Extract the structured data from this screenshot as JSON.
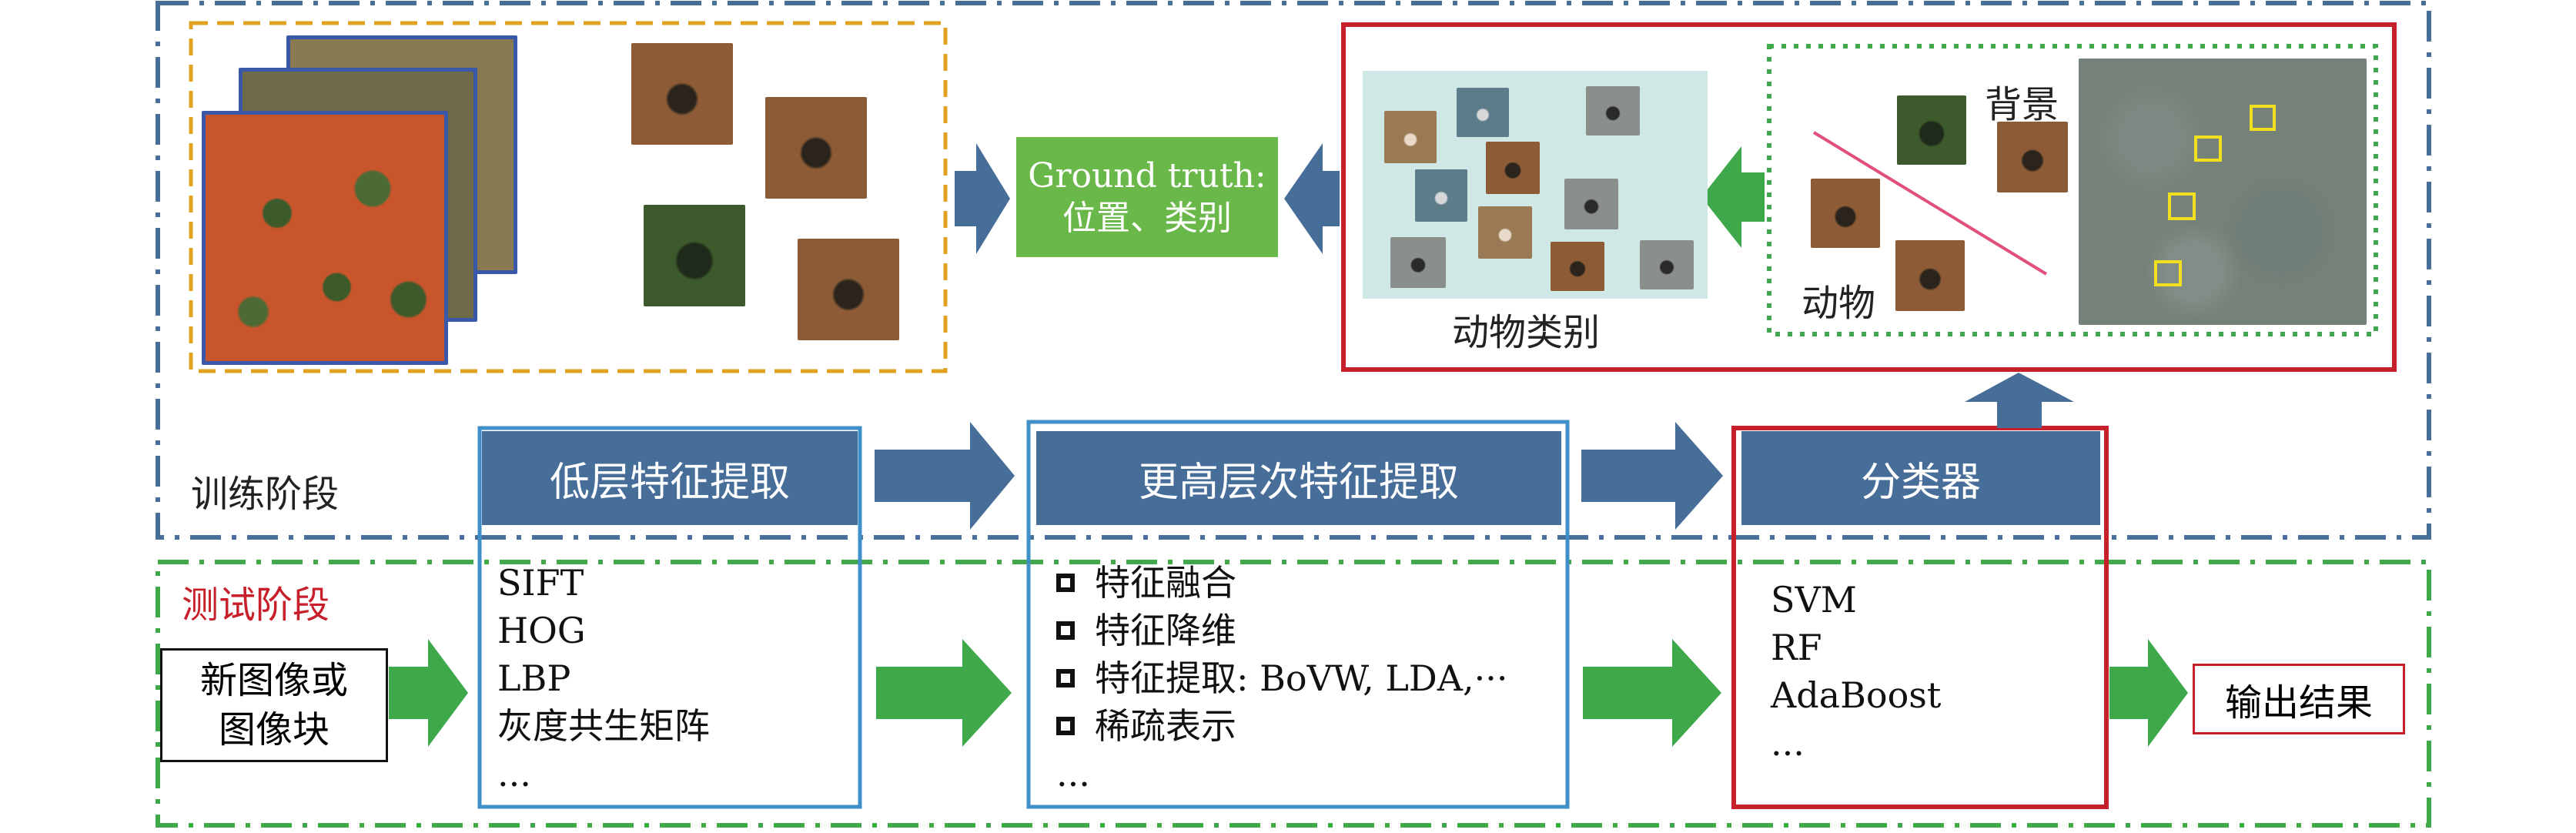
{
  "stage_labels": {
    "training": "训练阶段",
    "testing": "测试阶段"
  },
  "ground_truth": {
    "line1": "Ground truth:",
    "line2": "位置、类别"
  },
  "animal_panel": {
    "animal_category_caption": "动物类别",
    "background_label": "背景",
    "animal_label": "动物"
  },
  "pipeline_headers": {
    "low_level": "低层特征提取",
    "high_level": "更高层次特征提取",
    "classifier": "分类器"
  },
  "input_box": {
    "line1": "新图像或",
    "line2": "图像块"
  },
  "low_level_list": [
    "SIFT",
    "HOG",
    "LBP",
    "灰度共生矩阵",
    "..."
  ],
  "high_level_list": [
    "特征融合",
    "特征降维",
    "特征提取: BoVW, LDA,···",
    "稀疏表示"
  ],
  "high_level_more": "...",
  "classifier_list": [
    "SVM",
    "RF",
    "AdaBoost",
    "..."
  ],
  "output_box": "输出结果",
  "colors": {
    "header_blue": "#476d99",
    "arrow_blue": "#476d99",
    "arrow_green": "#3ea84a",
    "frame_green": "#3ea84a",
    "frame_red": "#c8202a",
    "frame_gold": "#e0a020",
    "frame_lightblue": "#3f8fc8",
    "ground_truth_green": "#6bb84a",
    "label_red": "#c8202a"
  }
}
